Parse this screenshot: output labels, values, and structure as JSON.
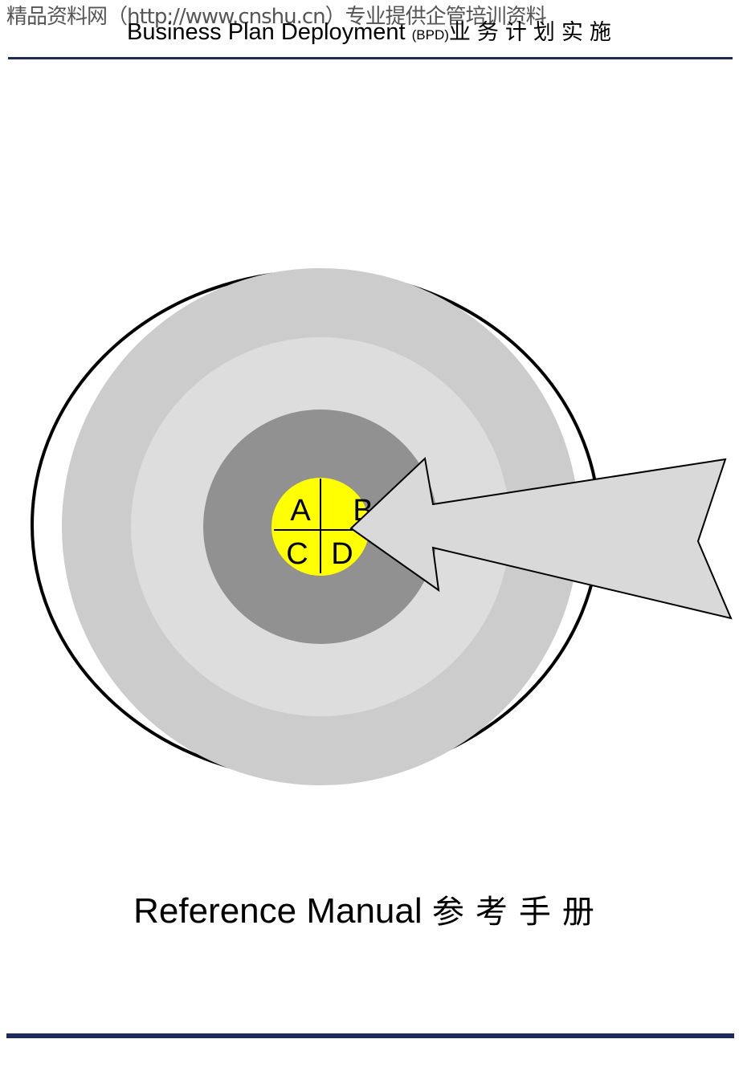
{
  "watermark": "精品资料网（http://www.cnshu.cn）专业提供企管培训资料",
  "header": {
    "title_en": "Business Plan Deployment ",
    "title_abbr": "(BPD)",
    "title_cn": "业务计划实施"
  },
  "target": {
    "quadrants": [
      "A",
      "B",
      "C",
      "D"
    ],
    "colors": {
      "outer_ring": "#cccccc",
      "middle_ring": "#dddddd",
      "inner_ring": "#919191",
      "bullseye": "#ffff00",
      "arrow": "#d9d9d9",
      "outline": "#000000"
    }
  },
  "subtitle": {
    "en": "Reference Manual ",
    "cn": "参考手册"
  },
  "accent_color": "#1f2a5c"
}
